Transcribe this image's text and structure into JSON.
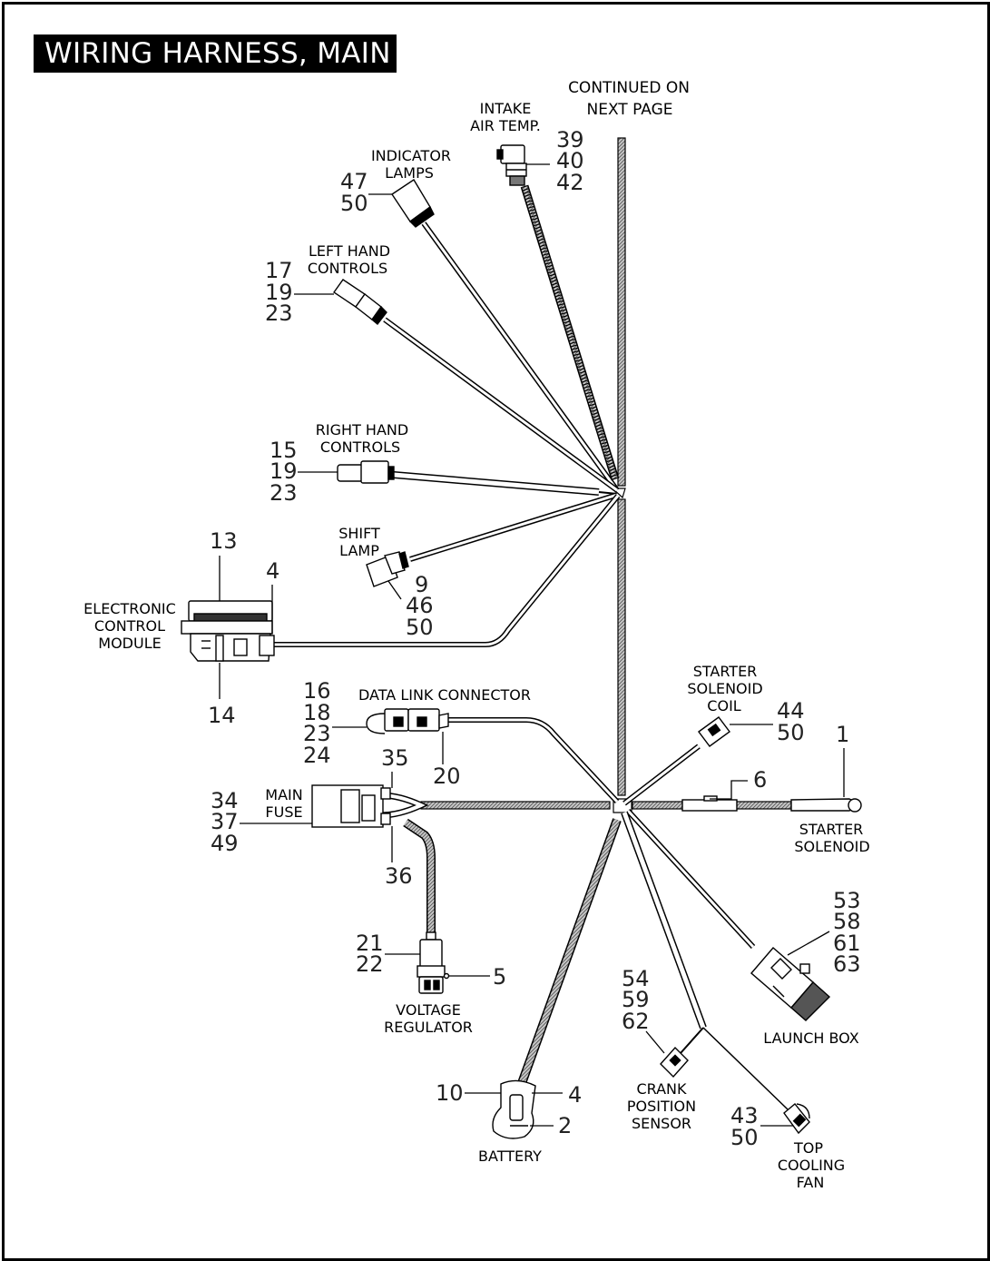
{
  "title": "WIRING HARNESS, MAIN",
  "labels": {
    "continued_1": "CONTINUED ON",
    "continued_2": "NEXT PAGE",
    "intake_1": "INTAKE",
    "intake_2": "AIR TEMP.",
    "indicator_1": "INDICATOR",
    "indicator_2": "LAMPS",
    "left_1": "LEFT HAND",
    "left_2": "CONTROLS",
    "right_1": "RIGHT HAND",
    "right_2": "CONTROLS",
    "shift_1": "SHIFT",
    "shift_2": "LAMP",
    "ecm_1": "ELECTRONIC",
    "ecm_2": "CONTROL",
    "ecm_3": "MODULE",
    "dlc": "DATA LINK CONNECTOR",
    "fuse_1": "MAIN",
    "fuse_2": "FUSE",
    "vreg_1": "VOLTAGE",
    "vreg_2": "REGULATOR",
    "battery": "BATTERY",
    "crank_1": "CRANK",
    "crank_2": "POSITION",
    "crank_3": "SENSOR",
    "fan_1": "TOP",
    "fan_2": "COOLING",
    "fan_3": "FAN",
    "launch": "LAUNCH BOX",
    "ssc_1": "STARTER",
    "ssc_2": "SOLENOID",
    "ssc_3": "COIL",
    "ss_1": "STARTER",
    "ss_2": "SOLENOID"
  },
  "callouts": {
    "intake": [
      "39",
      "40",
      "42"
    ],
    "indicator": [
      "47",
      "50"
    ],
    "left": [
      "17",
      "19",
      "23"
    ],
    "right": [
      "15",
      "19",
      "23"
    ],
    "shift": [
      "9",
      "46",
      "50"
    ],
    "ecm_top": "13",
    "ecm_right": "4",
    "ecm_bottom": "14",
    "dlc": [
      "16",
      "18",
      "23",
      "24"
    ],
    "dlc_clip": "20",
    "fuse_top": "35",
    "fuse": [
      "34",
      "37",
      "49"
    ],
    "fuse_bottom": "36",
    "vreg": [
      "21",
      "22"
    ],
    "vreg_right": "5",
    "battery_left": "10",
    "battery_top_right": "4",
    "battery_bottom_right": "2",
    "crank": [
      "54",
      "59",
      "62"
    ],
    "fan": [
      "43",
      "50"
    ],
    "launch": [
      "53",
      "58",
      "61",
      "63"
    ],
    "ssc": [
      "44",
      "50"
    ],
    "boot": "6",
    "ss": "1"
  }
}
